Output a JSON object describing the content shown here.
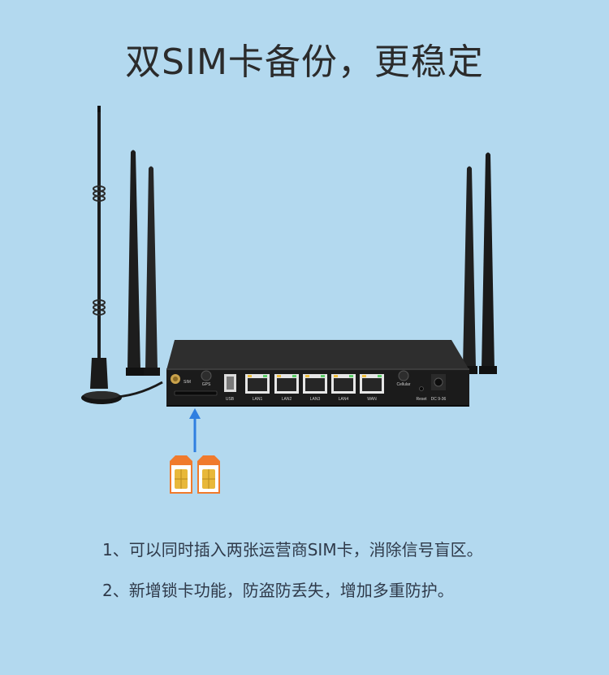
{
  "title": "双SIM卡备份，更稳定",
  "ports": {
    "sim": "SIM",
    "gps": "GPS",
    "usb": "USB",
    "lan1": "LAN1",
    "lan2": "LAN2",
    "lan3": "LAN3",
    "lan4": "LAN4",
    "wan": "WAN",
    "cellular": "Cellular",
    "reset": "Reset",
    "dc": "DC 9-36"
  },
  "features": [
    "1、可以同时插入两张运营商SIM卡，消除信号盲区。",
    "2、新增锁卡功能，防盗防丢失，增加多重防护。"
  ],
  "colors": {
    "background": "#b3d9ef",
    "arrow": "#2f7fe0",
    "sim_card": "#f07a2c",
    "chip": "#e8b83a"
  }
}
